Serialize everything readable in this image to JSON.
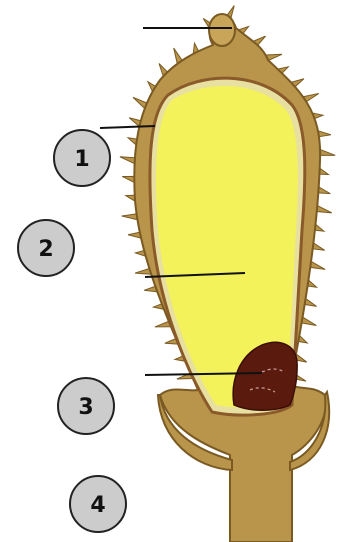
{
  "labels": {
    "marker_1": "1",
    "marker_2": "2",
    "marker_3": "3",
    "marker_4": "4"
  },
  "colors": {
    "husk": "#b8954a",
    "husk_dark": "#7a5a22",
    "endosperm": "#f4f25a",
    "seed_coat": "#8a5a2a",
    "embryo": "#5a1a0e",
    "badge_fill": "#cccccc",
    "badge_stroke": "#222222",
    "leader": "#111111"
  }
}
